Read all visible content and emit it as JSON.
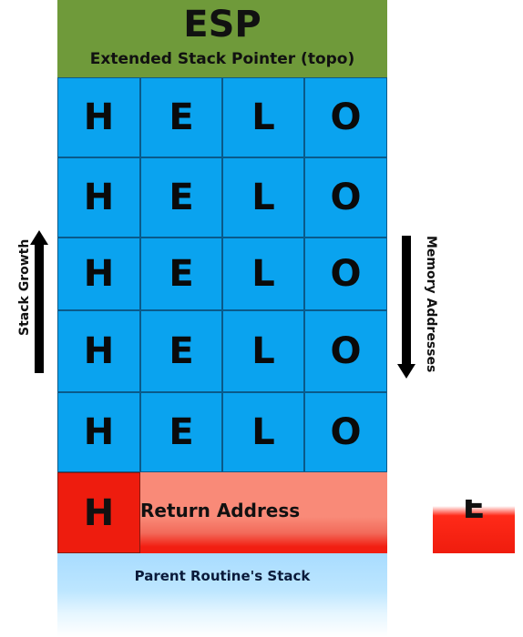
{
  "esp": {
    "title": "ESP",
    "subtitle": "Extended Stack Pointer (topo)"
  },
  "buffer": {
    "rows": [
      [
        "H",
        "E",
        "L",
        "O"
      ],
      [
        "H",
        "E",
        "L",
        "O"
      ],
      [
        "H",
        "E",
        "L",
        "O"
      ],
      [
        "H",
        "E",
        "L",
        "O"
      ],
      [
        "H",
        "E",
        "L",
        "O"
      ]
    ]
  },
  "return_row": {
    "overflow_char": "H",
    "label": "Return Address"
  },
  "parent": {
    "label": "Parent Routine's Stack"
  },
  "side_labels": {
    "left": "Stack Growth",
    "right": "Memory Addresses"
  },
  "floating_char": "E",
  "colors": {
    "esp_green": "#6f9a3a",
    "buffer_blue": "#0aa3ef",
    "overflow_red": "#ee1c0e",
    "return_salmon": "#f98a78",
    "parent_light_blue": "#a8dcff"
  }
}
